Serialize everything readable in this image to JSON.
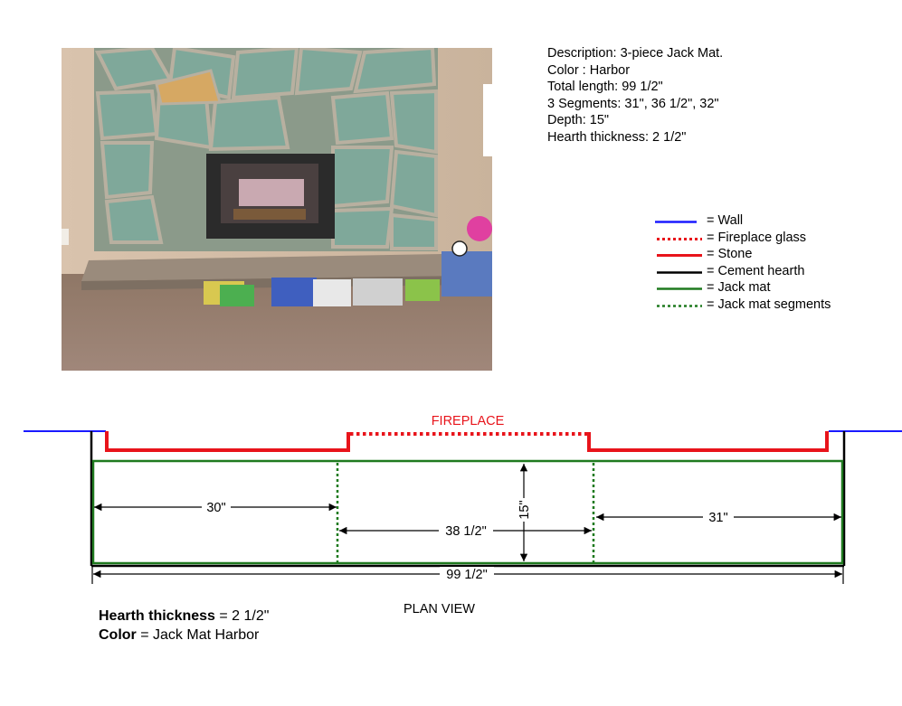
{
  "description": {
    "line1": "Description: 3-piece Jack Mat.",
    "line2": "Color : Harbor",
    "line3": "Total length: 99 1/2\"",
    "line4": "3 Segments: 31\", 36 1/2\", 32\"",
    "line5": "Depth: 15\"",
    "line6": "Hearth thickness: 2 1/2\""
  },
  "legend": {
    "items": [
      {
        "label": "= Wall",
        "color": "#1a1aff",
        "style": "solid"
      },
      {
        "label": "= Fireplace glass",
        "color": "#e8141b",
        "style": "dotted"
      },
      {
        "label": "= Stone",
        "color": "#e8141b",
        "style": "solid"
      },
      {
        "label": "= Cement hearth",
        "color": "#000000",
        "style": "solid"
      },
      {
        "label": "= Jack mat",
        "color": "#1f7a1f",
        "style": "solid"
      },
      {
        "label": "= Jack mat segments",
        "color": "#1f7a1f",
        "style": "dotted"
      }
    ]
  },
  "diagram": {
    "fireplace_label": "FIREPLACE",
    "dim_left": "30\"",
    "dim_middle": "38 1/2\"",
    "dim_right": "31\"",
    "dim_depth": "15\"",
    "dim_total": "99 1/2\""
  },
  "notes": {
    "hearth_label": "Hearth thickness",
    "hearth_value": " = 2 1/2\"",
    "color_label": "Color",
    "color_value": " = Jack Mat Harbor",
    "plan_view": "PLAN VIEW"
  },
  "colors": {
    "wall": "#1a1aff",
    "stone": "#e8141b",
    "hearth": "#000000",
    "mat": "#1f7a1f"
  }
}
